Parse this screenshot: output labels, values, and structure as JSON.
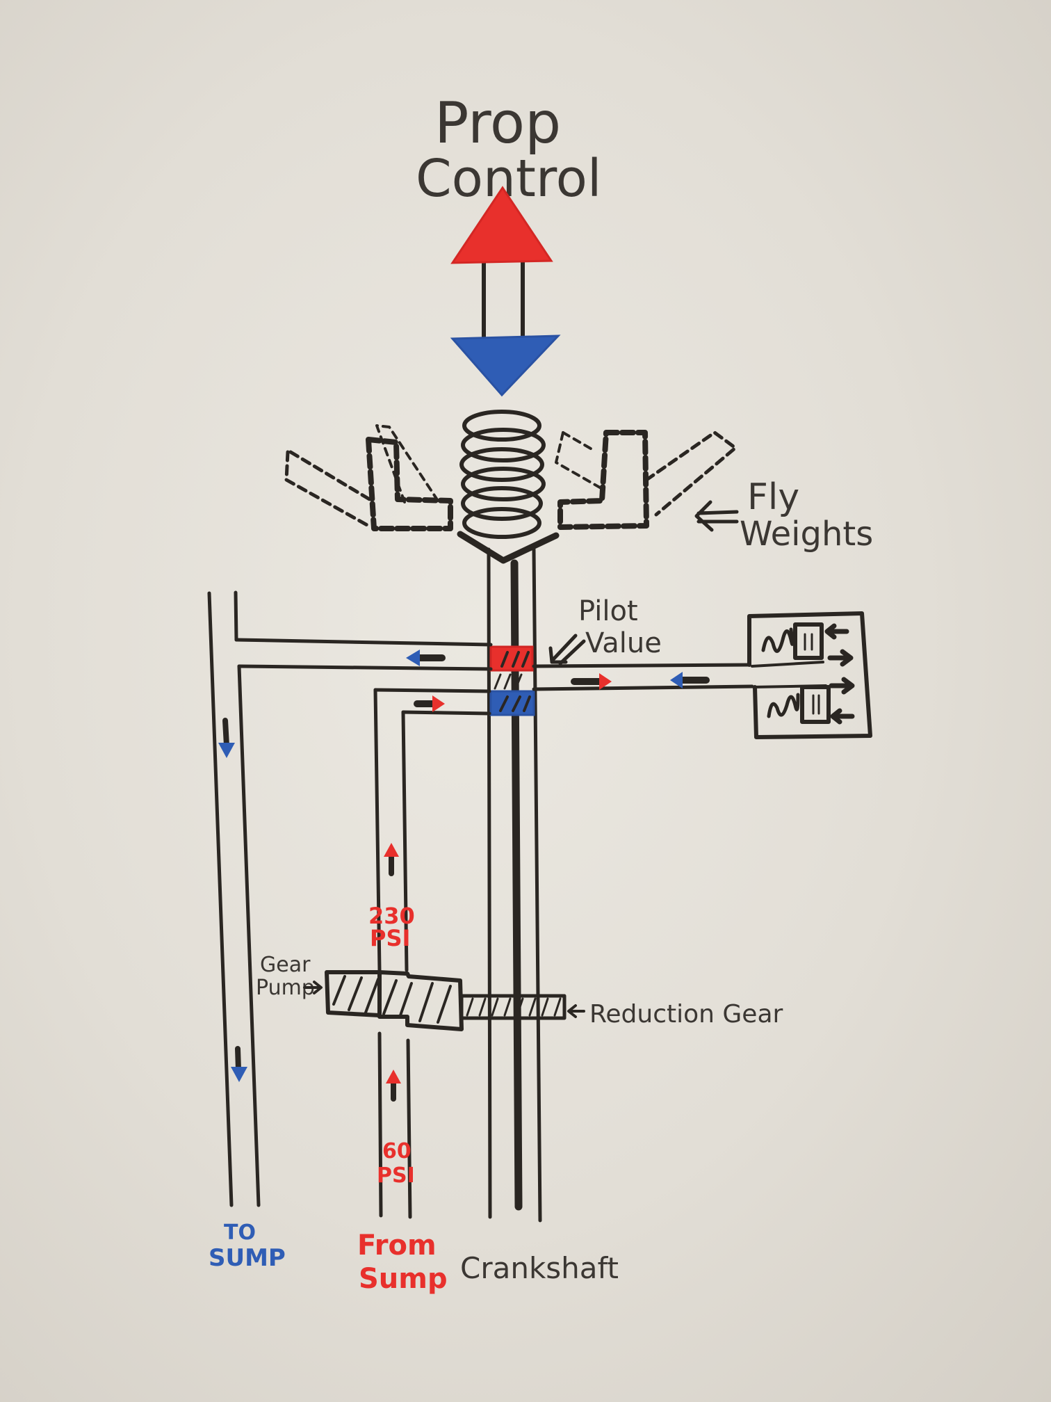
{
  "title": {
    "line1": "Prop",
    "line2": "Control"
  },
  "labels": {
    "fly_weights_line1": "Fly",
    "fly_weights_line2": "Weights",
    "pilot_valve_line1": "Pilot",
    "pilot_valve_line2": "Value",
    "gear_pump_line1": "Gear",
    "gear_pump_line2": "Pump",
    "reduction_gear": "Reduction Gear",
    "high_pressure_value": "230",
    "high_pressure_unit": "PSI",
    "low_pressure_value": "60",
    "low_pressure_unit": "PSI",
    "to_sump_line1": "TO",
    "to_sump_line2": "SUMP",
    "from_sump_line1": "From",
    "from_sump_line2": "Sump",
    "crankshaft": "Crankshaft"
  },
  "colors": {
    "ink": "#2a2622",
    "red": "#e8302c",
    "blue": "#2f5db5",
    "board": "#e6e3dc"
  },
  "icons": {
    "increase_arrow": "red-up-triangle",
    "decrease_arrow": "blue-down-triangle",
    "flow_out": "blue-arrow",
    "flow_in": "red-arrow"
  }
}
